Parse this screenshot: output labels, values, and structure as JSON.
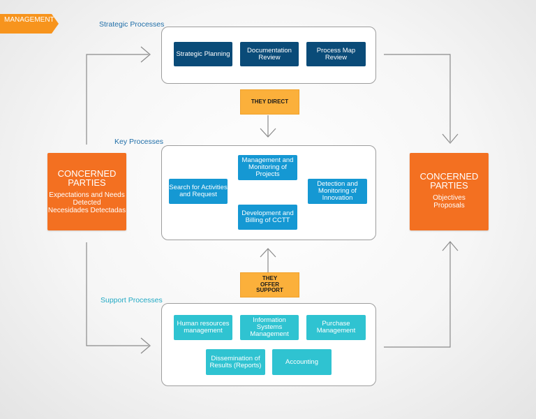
{
  "tag": "MANAGEMENT",
  "strategic": {
    "label": "Strategic Processes",
    "items": [
      "Strategic Planning",
      "Documentation Review",
      "Process Map Review"
    ]
  },
  "direct_label": "THEY DIRECT",
  "key": {
    "label": "Key Processes",
    "projects": "Management and Monitoring of Projects",
    "search": "Search for Activities and Request",
    "innovation": "Detection and Monitoring of Innovation",
    "billing": "Development and Billing of CCTT"
  },
  "support_label": "THEY OFFER SUPPORT",
  "support": {
    "label": "Support Processes",
    "items": [
      "Human resources management",
      "Information Systems Management",
      "Purchase Management",
      "Dissemination of Results (Reports)",
      "Accounting"
    ]
  },
  "left_party": {
    "title": "CONCERNED PARTIES",
    "lines": [
      "Expectations and Needs Detected",
      "Necesidades Detectadas"
    ]
  },
  "right_party": {
    "title": "CONCERNED PARTIES",
    "lines": [
      "Objectives Proposals"
    ]
  },
  "colors": {
    "orange": "#f37021",
    "tag_orange": "#f7941d",
    "yellow": "#fbb03b",
    "dark_blue": "#0a4b78",
    "blue": "#1598d3",
    "cyan": "#2fc3d1"
  }
}
